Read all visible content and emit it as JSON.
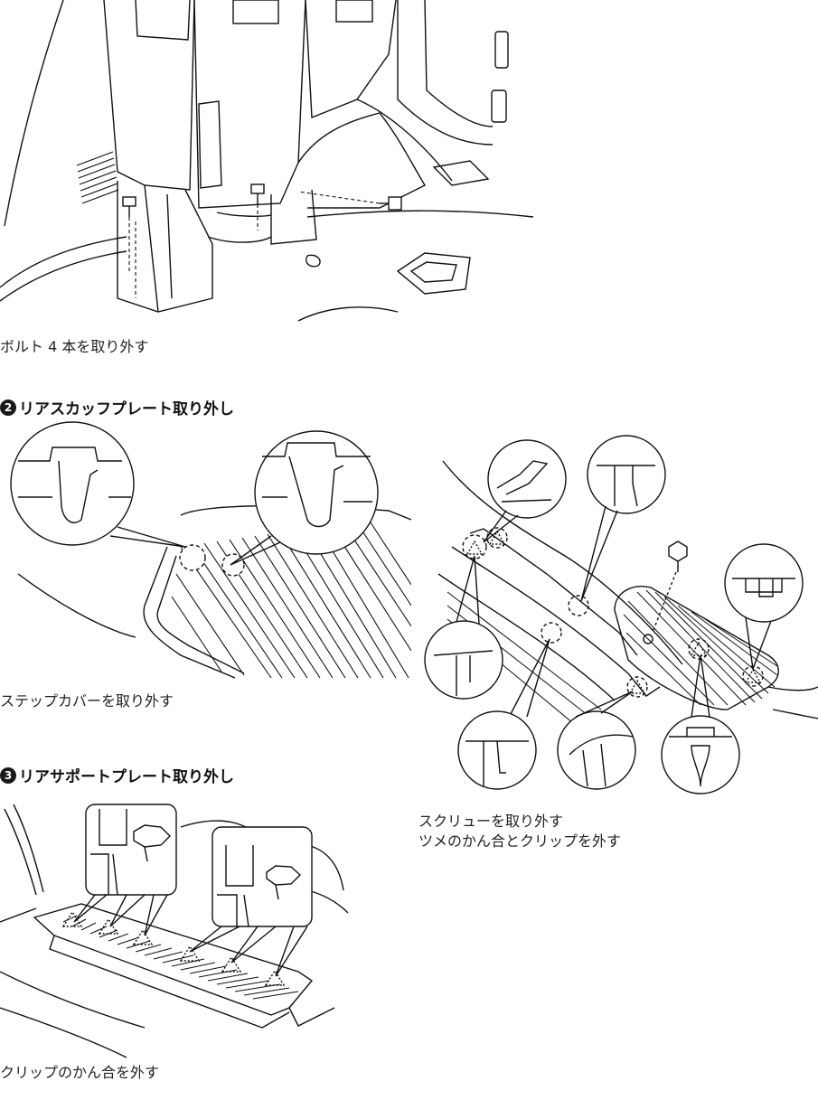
{
  "figure1": {
    "caption": "ボルト 4 本を取り外す"
  },
  "section2": {
    "number": "2",
    "title": "リアスカッフプレート取り外し",
    "left_caption": "ステップカバーを取り外す",
    "right_caption_lines": [
      "スクリューを取り外す",
      "ツメのかん合とクリップを外す"
    ]
  },
  "section3": {
    "number": "3",
    "title": "リアサポートプレート取り外し",
    "caption": "クリップのかん合を外す"
  }
}
